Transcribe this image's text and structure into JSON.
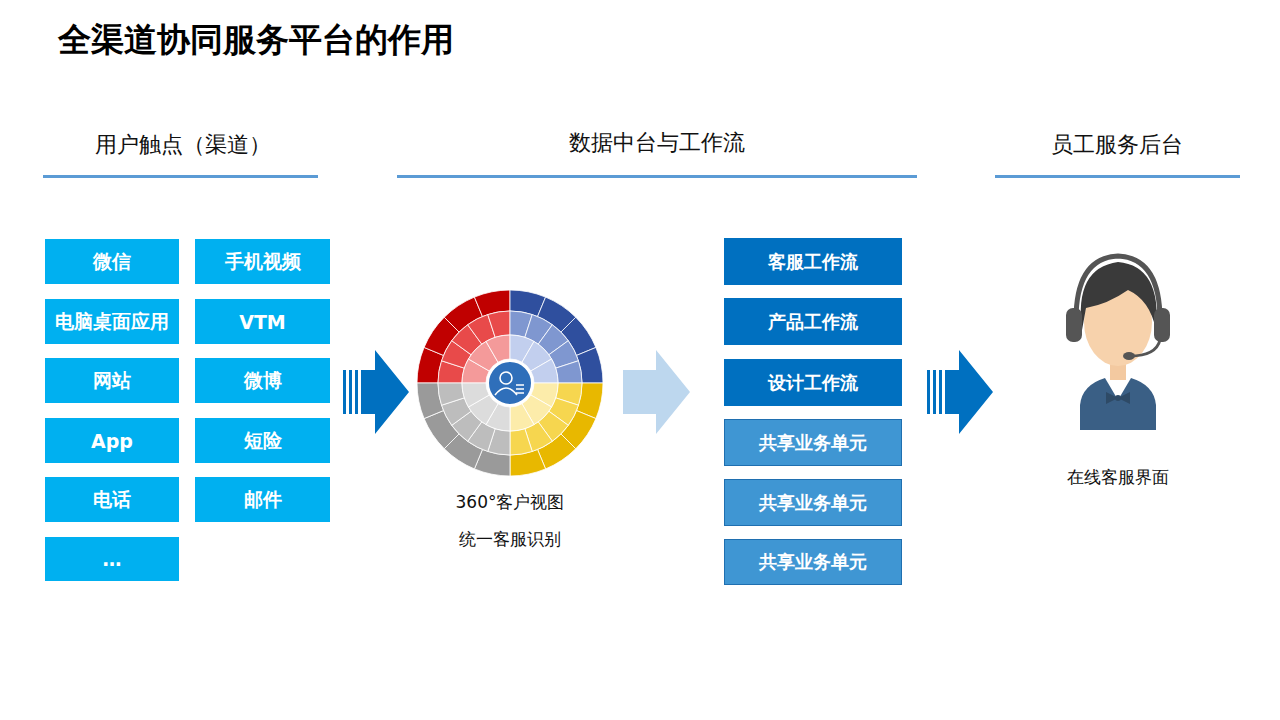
{
  "diagram": {
    "title": "全渠道协同服务平台的作用",
    "nodes": [
      {
        "text": [
          "微信"
        ]
      },
      {
        "text": [
          "手机视频"
        ]
      },
      {
        "text": [
          "电脑桌面应用"
        ]
      },
      {
        "text": [
          "VTM"
        ]
      },
      {
        "text": [
          "网站"
        ]
      },
      {
        "text": [
          "微博"
        ]
      },
      {
        "text": [
          "App"
        ]
      },
      {
        "text": [
          "短险"
        ]
      },
      {
        "text": [
          "电话"
        ]
      },
      {
        "text": [
          "邮件"
        ]
      },
      {
        "text": [
          "…"
        ]
      },
      {
        "text": [
          "客服工作流"
        ]
      },
      {
        "text": [
          "产品工作流"
        ]
      },
      {
        "text": [
          "设计工作流"
        ]
      },
      {
        "text": [
          "共享业务单元"
        ]
      },
      {
        "text": [
          "共享业务单元"
        ]
      },
      {
        "text": [
          "共享业务单元"
        ]
      }
    ],
    "labels": [
      "用户触点（渠道）",
      "数据中台与工作流",
      "员工服务后台",
      "360°客户视图",
      "统一客服识别",
      "在线客服界面"
    ]
  }
}
